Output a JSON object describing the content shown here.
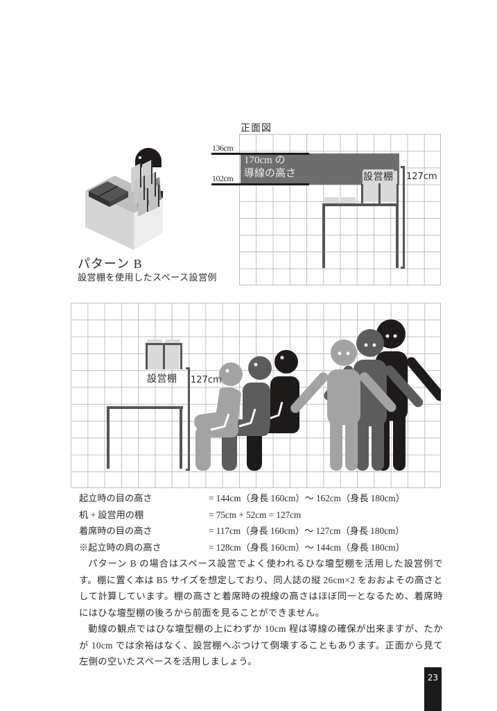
{
  "front_view": {
    "title": "正面図",
    "upper_line_label": "136cm",
    "lower_line_label": "102cm",
    "flow_label_line1": "170cm の",
    "flow_label_line2": "導線の高さ",
    "shelf_label": "設営棚",
    "height_label": "127cm"
  },
  "pattern": {
    "title": "パターン B",
    "subtitle": "設営棚を使用したスペース設営例"
  },
  "side_view": {
    "shelf_label": "設営棚",
    "height_label": "127cm",
    "figures": [
      {
        "pose": "seated",
        "shade": "#a3a3a3"
      },
      {
        "pose": "seated",
        "shade": "#5c5c5c"
      },
      {
        "pose": "seated",
        "shade": "#1e1a19"
      },
      {
        "pose": "standing",
        "shade": "#a3a3a3"
      },
      {
        "pose": "standing",
        "shade": "#5c5c5c"
      },
      {
        "pose": "standing",
        "shade": "#1e1a19"
      }
    ]
  },
  "specs": [
    {
      "label": "起立時の目の高さ",
      "value": "= 144cm（身長 160cm）～ 162cm（身長 180cm）"
    },
    {
      "label": "机 + 設営用の棚",
      "value": "= 75cm + 52cm = 127cm"
    },
    {
      "label": "着席時の目の高さ",
      "value": "= 117cm（身長 160cm）～ 127cm（身長 180cm）"
    },
    {
      "label": "※起立時の肩の高さ",
      "value": "= 128cm（身長 160cm）～ 144cm（身長 180cm）"
    }
  ],
  "body": {
    "paragraph1": "パターン B の場合はスペース設営でよく使われるひな壇型棚を活用した設営例です。棚に置く本は B5 サイズを想定しており、同人誌の縦 26cm×2 をおおよその高さとして計算しています。棚の高さと着席時の視線の高さはほぼ同一となるため、着席時にはひな壇型棚の後ろから前面を見ることができません。",
    "paragraph2": "動線の観点ではひな壇型棚の上にわずか 10cm 程は導線の確保が出来ますが、たかが 10cm では余裕はなく、設営棚へぶつけて倒壊することもあります。正面から見て左側の空いたスペースを活用しましょう。"
  },
  "page_number": "23",
  "colors": {
    "light_gray": "#a3a3a3",
    "mid_gray": "#5c5c5c",
    "dark": "#1e1a19",
    "book_gray": "#d9d9d9",
    "grid_line": "#bdbdbd"
  }
}
